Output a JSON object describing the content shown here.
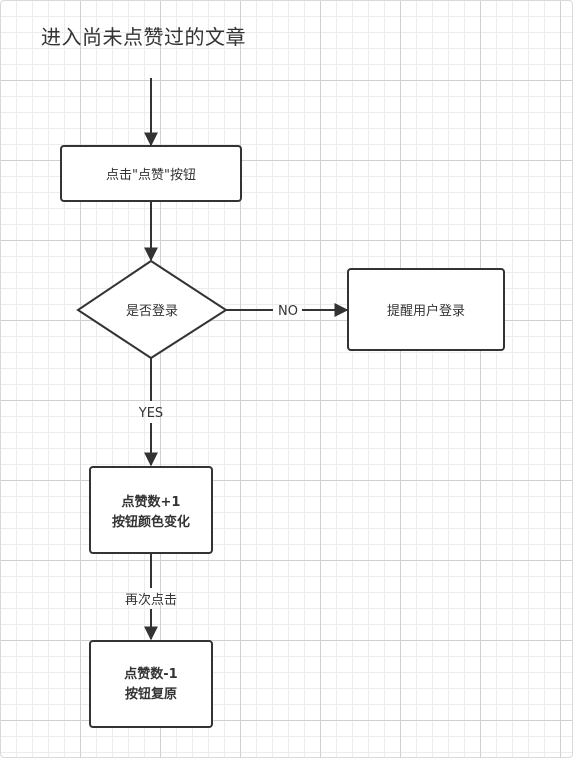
{
  "title": "进入尚未点赞过的文章",
  "nodes": {
    "click_like": "点击\"点赞\"按钮",
    "is_logged_in": "是否登录",
    "prompt_login": "提醒用户登录",
    "like_increment": [
      "点赞数+1",
      "按钮颜色变化"
    ],
    "like_decrement": [
      "点赞数-1",
      "按钮复原"
    ]
  },
  "edge_labels": {
    "no": "NO",
    "yes": "YES",
    "click_again": "再次点击"
  },
  "colors": {
    "stroke": "#333333",
    "text": "#333333",
    "grid_major": "#d0d0d0",
    "grid_minor": "#ececec",
    "background": "#ffffff"
  }
}
